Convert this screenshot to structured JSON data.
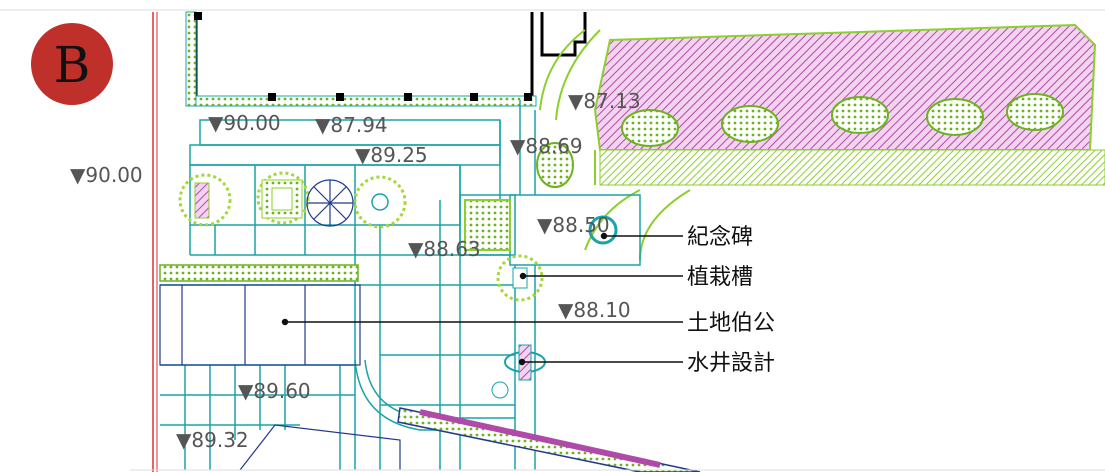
{
  "section_badge": {
    "letter": "B",
    "color": "#c0302b"
  },
  "elevations": [
    {
      "id": "e1",
      "text": "▼90.00"
    },
    {
      "id": "e2",
      "text": "▼87.94"
    },
    {
      "id": "e3",
      "text": "▼87.13"
    },
    {
      "id": "e4",
      "text": "▼89.25"
    },
    {
      "id": "e5",
      "text": "▼88.69"
    },
    {
      "id": "e6",
      "text": "▼90.00"
    },
    {
      "id": "e7",
      "text": "▼88.50"
    },
    {
      "id": "e8",
      "text": "▼88.63"
    },
    {
      "id": "e9",
      "text": "▼88.10"
    },
    {
      "id": "e10",
      "text": "▼89.60"
    },
    {
      "id": "e11",
      "text": "▼89.32"
    }
  ],
  "callouts": [
    {
      "id": "c1",
      "label": "紀念碑"
    },
    {
      "id": "c2",
      "label": "植栽槽"
    },
    {
      "id": "c3",
      "label": "土地伯公"
    },
    {
      "id": "c4",
      "label": "水井設計"
    }
  ],
  "colors": {
    "structure": "#1aa3a8",
    "building": "#000000",
    "planting": "#8ccf2e",
    "hatch": "#b04aa8",
    "boundary": "#d93030",
    "text": "#111111"
  }
}
